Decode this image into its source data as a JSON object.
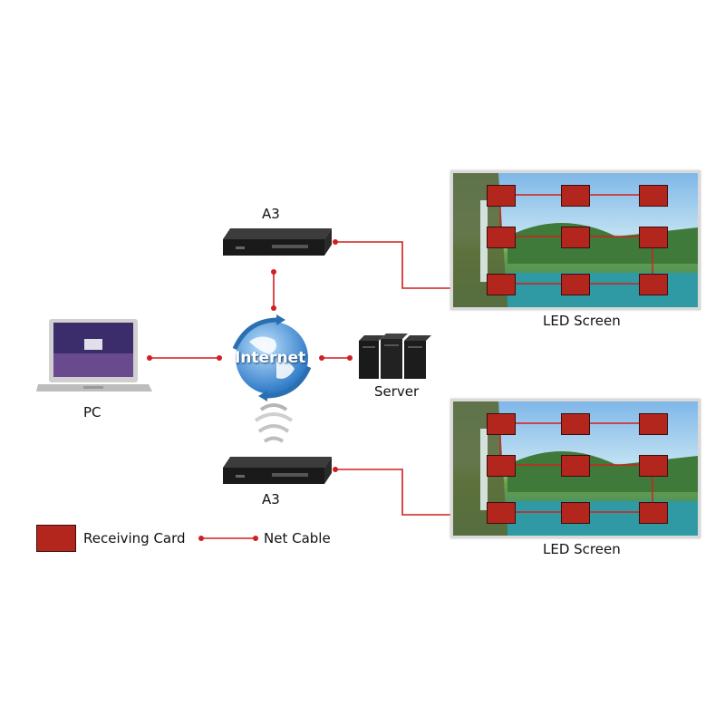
{
  "devices": {
    "controller_top": {
      "label": "A3"
    },
    "controller_bottom": {
      "label": "A3"
    },
    "pc": {
      "label": "PC"
    },
    "internet": {
      "label": "Internet"
    },
    "server": {
      "label": "Server"
    },
    "screen_top": {
      "label": "LED Screen"
    },
    "screen_bottom": {
      "label": "LED Screen"
    }
  },
  "legend": {
    "receiving_card": "Receiving Card",
    "net_cable": "Net Cable"
  },
  "colors": {
    "cable": "#d11f1f",
    "device": "#1e1e1e",
    "card": "#b3261e"
  }
}
